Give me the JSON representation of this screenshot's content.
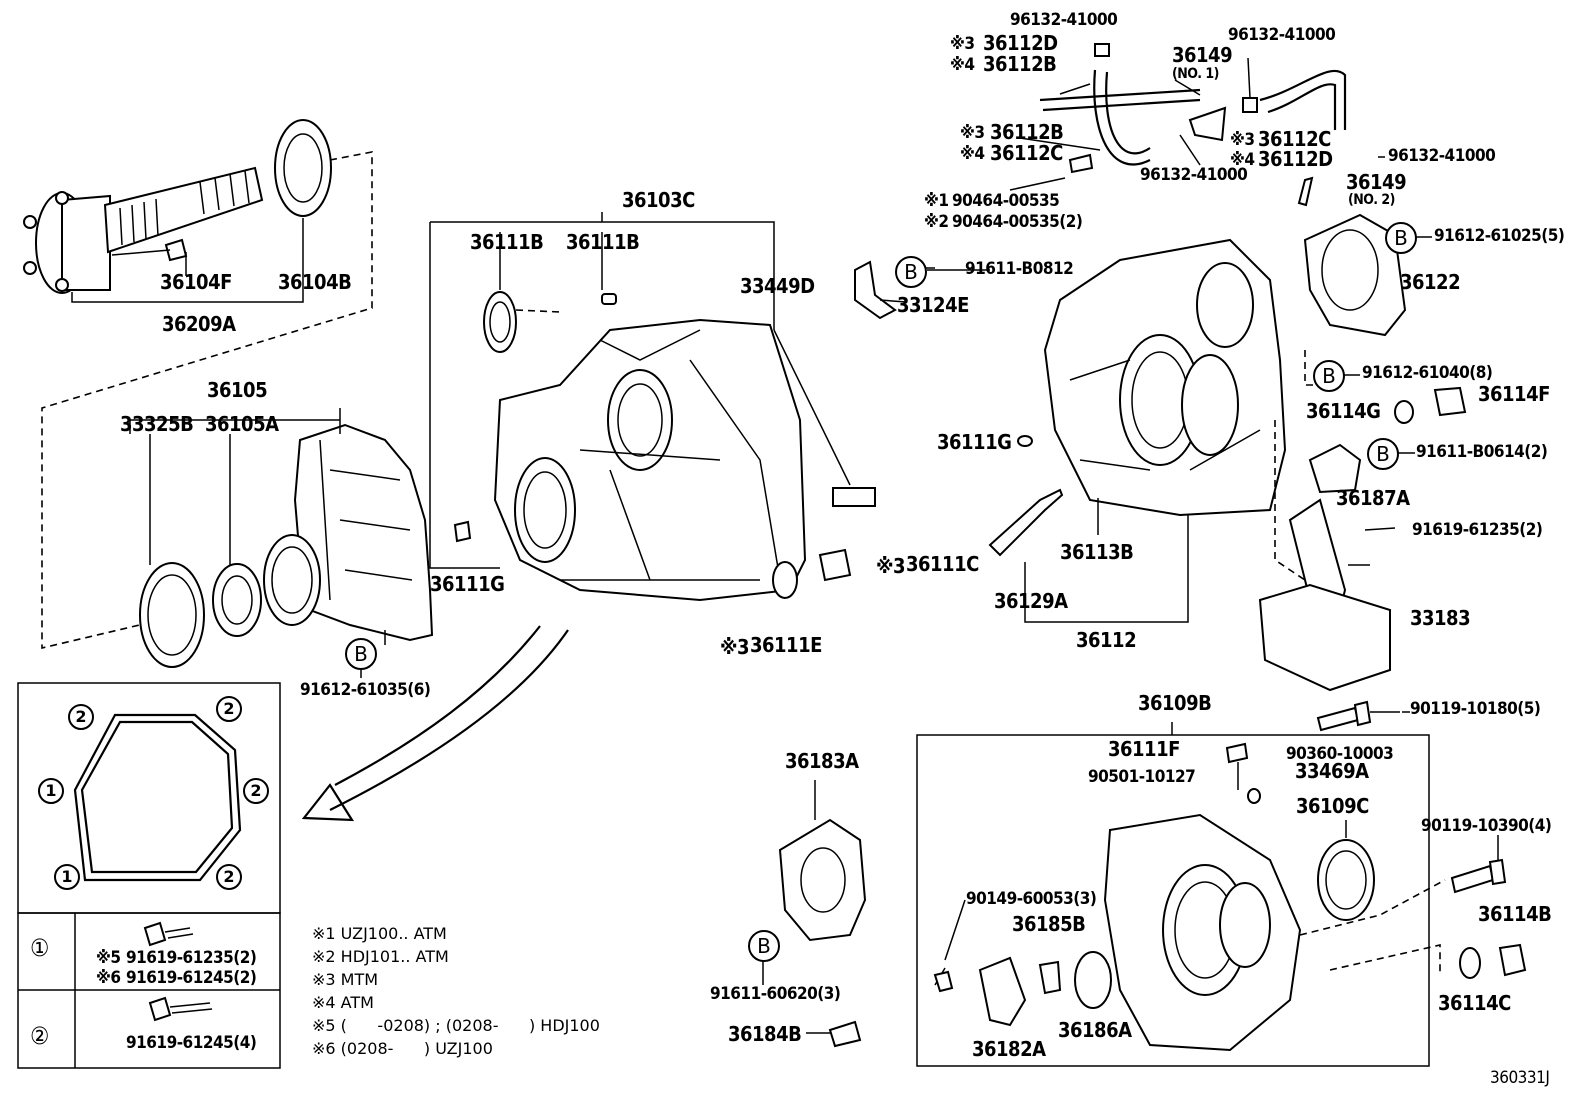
{
  "diagram_id": "360331J",
  "labels": {
    "p36103C": "36103C",
    "p36111B_a": "36111B",
    "p36111B_b": "36111B",
    "p33449D": "33449D",
    "p36104F": "36104F",
    "p36104B": "36104B",
    "p36209A": "36209A",
    "p36105": "36105",
    "p33325B": "33325B",
    "p36105A": "36105A",
    "p36111G_left": "36111G",
    "p91612_61035": "91612-61035(6)",
    "p91611_B0812": "91611-B0812",
    "p33124E": "33124E",
    "p36111C": "36111C",
    "p36111E": "36111E",
    "p96132_top": "96132-41000",
    "p36112D_3": "36112D",
    "p36112B_4": "36112B",
    "p36149_1": "36149",
    "p36149_1_sub": "(NO. 1)",
    "p96132_right": "96132-41000",
    "p36112B_3": "36112B",
    "p36112C_4": "36112C",
    "p36112C_3": "36112C",
    "p36112D_4": "36112D",
    "p96132_mid": "96132-41000",
    "p96132_bottom": "96132-41000",
    "p90464_1": "90464-00535",
    "p90464_2": "90464-00535(2)",
    "p36149_2": "36149",
    "p36149_2_sub": "(NO. 2)",
    "p91612_61025": "91612-61025(5)",
    "p36122": "36122",
    "p91612_61040": "91612-61040(8)",
    "p36114G": "36114G",
    "p36114F": "36114F",
    "p36111G_right": "36111G",
    "p91611_B0614": "91611-B0614(2)",
    "p36187A": "36187A",
    "p91619_61235": "91619-61235(2)",
    "p36113B": "36113B",
    "p36129A": "36129A",
    "p36112": "36112",
    "p33183": "33183",
    "p36109B": "36109B",
    "p90119_10180": "90119-10180(5)",
    "p36111F": "36111F",
    "p90360_10003": "90360-10003",
    "p90501_10127": "90501-10127",
    "p33469A": "33469A",
    "p36109C": "36109C",
    "p90119_10390": "90119-10390(4)",
    "p36183A": "36183A",
    "p90149_60053": "90149-60053(3)",
    "p36185B": "36185B",
    "p36114B": "36114B",
    "p36114C": "36114C",
    "p91611_60620": "91611-60620(3)",
    "p36182A": "36182A",
    "p36186A": "36186A",
    "p36184B": "36184B"
  },
  "marks": {
    "m1": "※1",
    "m2": "※2",
    "m3": "※3",
    "m4": "※4",
    "m5": "※5",
    "m6": "※6",
    "b": "B",
    "c1": "1",
    "c2": "2"
  },
  "table": {
    "row1_key": "①",
    "row1_p1": "91619-61235(2)",
    "row1_p2": "91619-61245(2)",
    "row2_key": "②",
    "row2_p1": "91619-61245(4)"
  },
  "notes": [
    "※1 UZJ100.. ATM",
    "※2 HDJ101.. ATM",
    "※3 MTM",
    "※4 ATM",
    "※5 (      -0208) ; (0208-      ) HDJ100",
    "※6 (0208-      ) UZJ100"
  ]
}
